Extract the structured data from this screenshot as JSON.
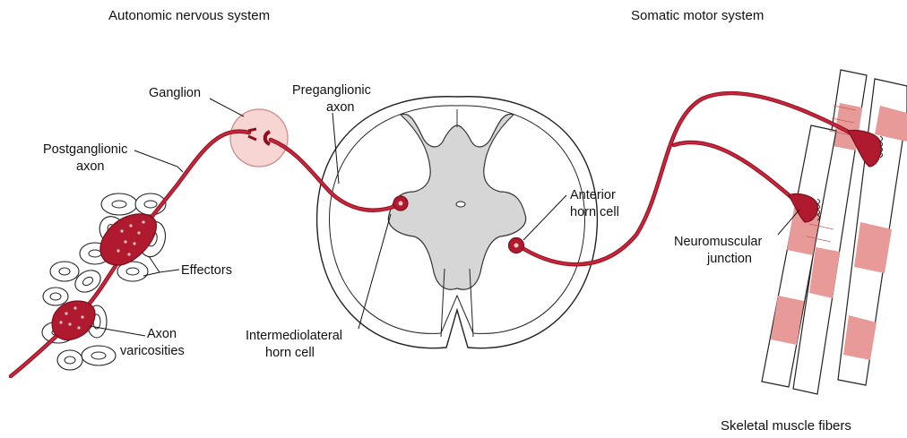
{
  "headings": {
    "autonomic": "Autonomic nervous system",
    "somatic": "Somatic motor system",
    "muscle": "Skeletal muscle fibers"
  },
  "labels": {
    "ganglion": "Ganglion",
    "preganglionic_1": "Preganglionic",
    "preganglionic_2": "axon",
    "postganglionic_1": "Postganglionic",
    "postganglionic_2": "axon",
    "effectors": "Effectors",
    "varicosities_1": "Axon",
    "varicosities_2": "varicosities",
    "intermediolateral_1": "Intermediolateral",
    "intermediolateral_2": "horn cell",
    "anterior_1": "Anterior",
    "anterior_2": "horn cell",
    "nmj_1": "Neuromuscular",
    "nmj_2": "junction"
  },
  "colors": {
    "nerve": "#b01a2e",
    "nerve_dark": "#8e0e1e",
    "ganglion": "#f6d5d3",
    "gray_matter": "#d6d6d6",
    "muscle_band": "#e79a98"
  }
}
